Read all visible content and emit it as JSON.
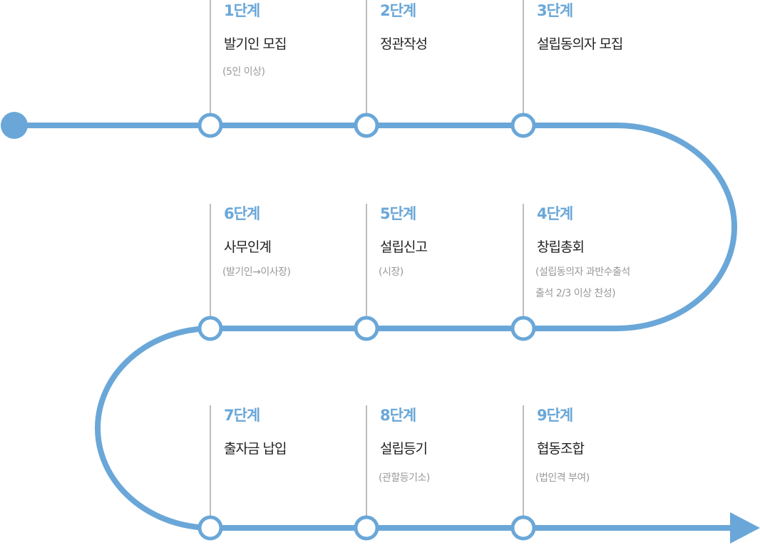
{
  "colors": {
    "accent": "#6aa7d8",
    "line": "#bdbdbd"
  },
  "steps": [
    {
      "num": "1단계",
      "title": "발기인 모집",
      "sub": "(5인 이상)"
    },
    {
      "num": "2단계",
      "title": "정관작성",
      "sub": ""
    },
    {
      "num": "3단계",
      "title": "설립동의자 모집",
      "sub": ""
    },
    {
      "num": "4단계",
      "title": "창립총회",
      "sub": "(설립동의자 과반수출석\n출석 2/3 이상 찬성)"
    },
    {
      "num": "5단계",
      "title": "설립신고",
      "sub": "(시장)"
    },
    {
      "num": "6단계",
      "title": "사무인계",
      "sub": "(발기인→이사장)"
    },
    {
      "num": "7단계",
      "title": "출자금 납입",
      "sub": ""
    },
    {
      "num": "8단계",
      "title": "설립등기",
      "sub": "(관할등기소)"
    },
    {
      "num": "9단계",
      "title": "협동조합",
      "sub": "(법인격 부여)"
    }
  ]
}
